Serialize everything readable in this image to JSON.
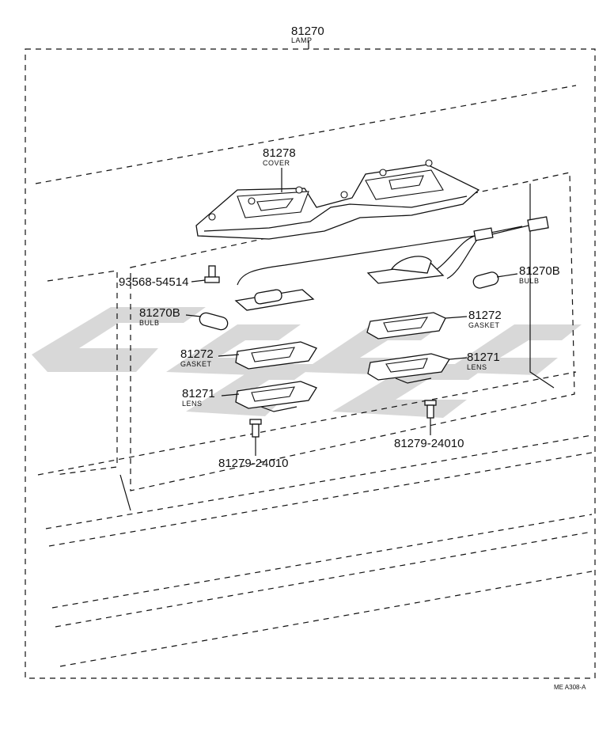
{
  "assembly": {
    "number": "81270",
    "name": "LAMP"
  },
  "parts": {
    "cover": {
      "number": "81278",
      "name": "COVER"
    },
    "screw_top": {
      "number": "93568-54514"
    },
    "bulb_right": {
      "number": "81270B",
      "name": "BULB"
    },
    "bulb_left": {
      "number": "81270B",
      "name": "BULB"
    },
    "gasket_right": {
      "number": "81272",
      "name": "GASKET"
    },
    "gasket_left": {
      "number": "81272",
      "name": "GASKET"
    },
    "lens_right": {
      "number": "81271",
      "name": "LENS"
    },
    "lens_left": {
      "number": "81271",
      "name": "LENS"
    },
    "screw_left": {
      "number": "81279-24010"
    },
    "screw_right": {
      "number": "81279-24010"
    }
  },
  "diagram_code": "ME A308-A",
  "watermark_color": "#d8d8d8",
  "line_color": "#111111"
}
